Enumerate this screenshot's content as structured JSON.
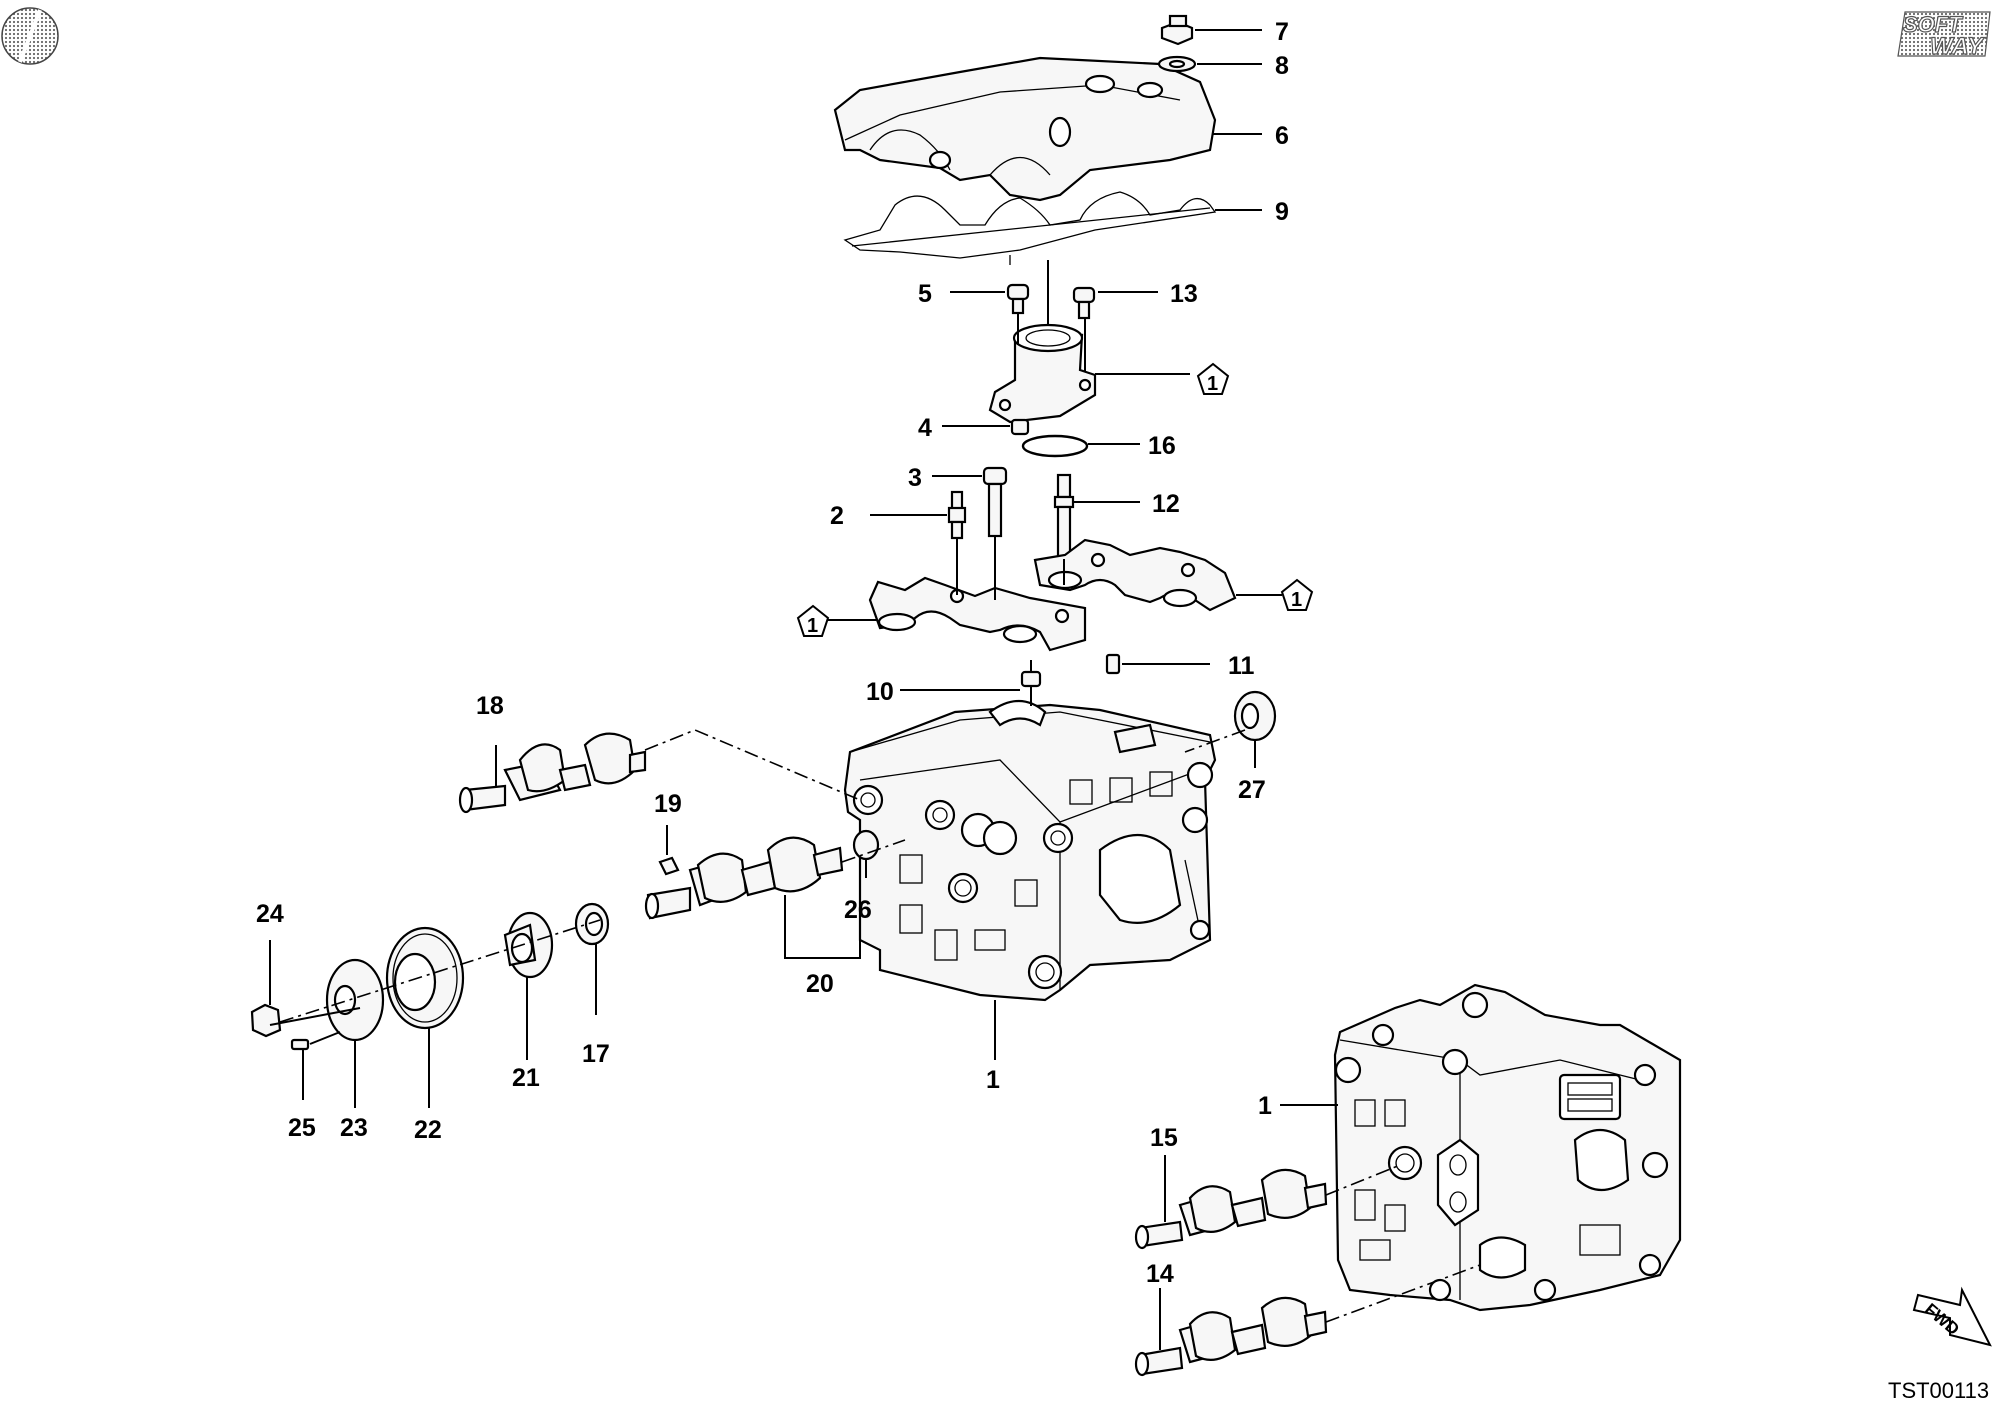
{
  "callouts": {
    "c7": "7",
    "c8": "8",
    "c6": "6",
    "c9": "9",
    "c5": "5",
    "c13": "13",
    "c4": "4",
    "c16": "16",
    "c3": "3",
    "c12": "12",
    "c2": "2",
    "c11": "11",
    "c10": "10",
    "c18": "18",
    "c27": "27",
    "c19": "19",
    "c26": "26",
    "c24": "24",
    "c20": "20",
    "c21": "21",
    "c17": "17",
    "c1a": "1",
    "c1b": "1",
    "c25": "25",
    "c23": "23",
    "c22": "22",
    "c15": "15",
    "c14": "14"
  },
  "ref_marks": {
    "r1": "1",
    "r2": "1",
    "r3": "1"
  },
  "logo": {
    "line1": "SOFT",
    "line2": "WAY"
  },
  "fwd_label": "FWD",
  "diagram_code": "TST00113"
}
